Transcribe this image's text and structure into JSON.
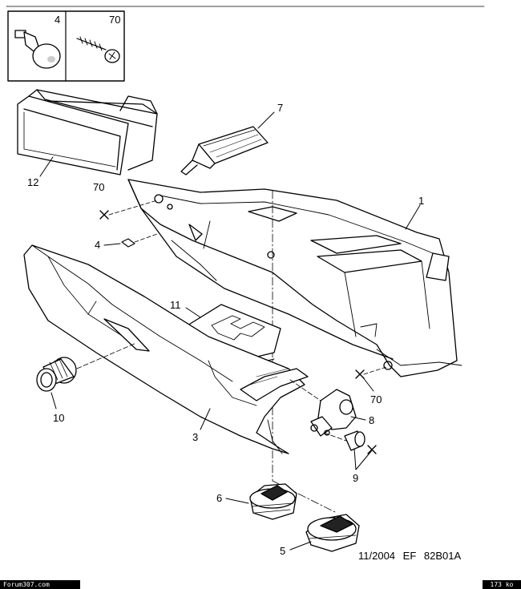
{
  "inset": {
    "part_a": "4",
    "part_b": "70"
  },
  "labels": {
    "p1": "1",
    "p3": "3",
    "p4": "4",
    "p5": "5",
    "p6": "6",
    "p7": "7",
    "p8": "8",
    "p9": "9",
    "p10": "10",
    "p11": "11",
    "p12": "12",
    "p70a": "70",
    "p70b": "70"
  },
  "reference": {
    "date": "11/2004",
    "code": "EF 82B01A"
  },
  "footer": {
    "left": "Forum307.com",
    "right": "173 ko"
  }
}
